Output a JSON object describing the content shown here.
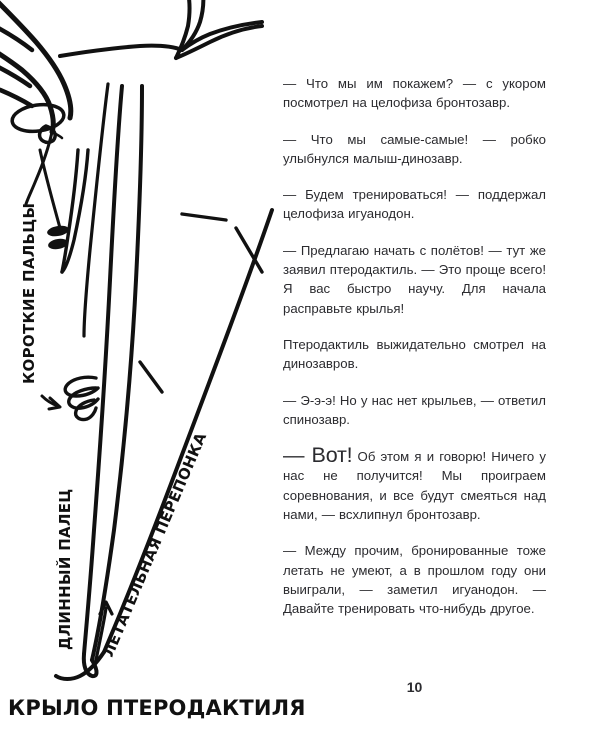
{
  "page": {
    "number": "10",
    "background_color": "#ffffff",
    "text_color": "#2b2b2f",
    "ink_color": "#111111"
  },
  "illustration": {
    "caption": "КРЫЛО ПТЕРОДАКТИЛЯ",
    "labels": [
      {
        "id": "short-fingers",
        "text": "КОРОТКИЕ ПАЛЬЦЫ"
      },
      {
        "id": "long-finger",
        "text": "ДЛИННЫЙ ПАЛЕЦ"
      },
      {
        "id": "flight-membrane",
        "text": "ЛЕТАТЕЛЬНАЯ ПЕРЕПОНКА"
      }
    ]
  },
  "body": {
    "paragraphs": [
      {
        "id": "p1",
        "text": "— Что мы им покажем? — с укором посмотрел на целофиза бронтозавр."
      },
      {
        "id": "p2",
        "text": "— Что мы самые-самые! — робко улыбнулся малыш-динозавр."
      },
      {
        "id": "p3",
        "text": "— Будем тренироваться! — поддержал целофиза игуанодон."
      },
      {
        "id": "p4",
        "text": "— Предлагаю начать с полётов! — тут же заявил птеродактиль. — Это проще всего! Я вас быстро научу. Для начала расправьте крылья!"
      },
      {
        "id": "p5",
        "text": "Птеродактиль выжидательно смотрел на динозавров."
      },
      {
        "id": "p6",
        "text": "— Э-э-э! Но у нас нет крыльев, — ответил спинозавр."
      },
      {
        "id": "p7",
        "lead": "— Вот!",
        "text": " Об этом я и говорю! Ничего у нас не получится! Мы проиграем соревнования, и все будут смеяться над нами, — всхлипнул бронтозавр."
      },
      {
        "id": "p8",
        "text": "— Между прочим, бронированные тоже летать не умеют, а в прошлом году они выиграли, — заметил игуанодон. — Давайте тренировать что-нибудь другое."
      }
    ]
  }
}
